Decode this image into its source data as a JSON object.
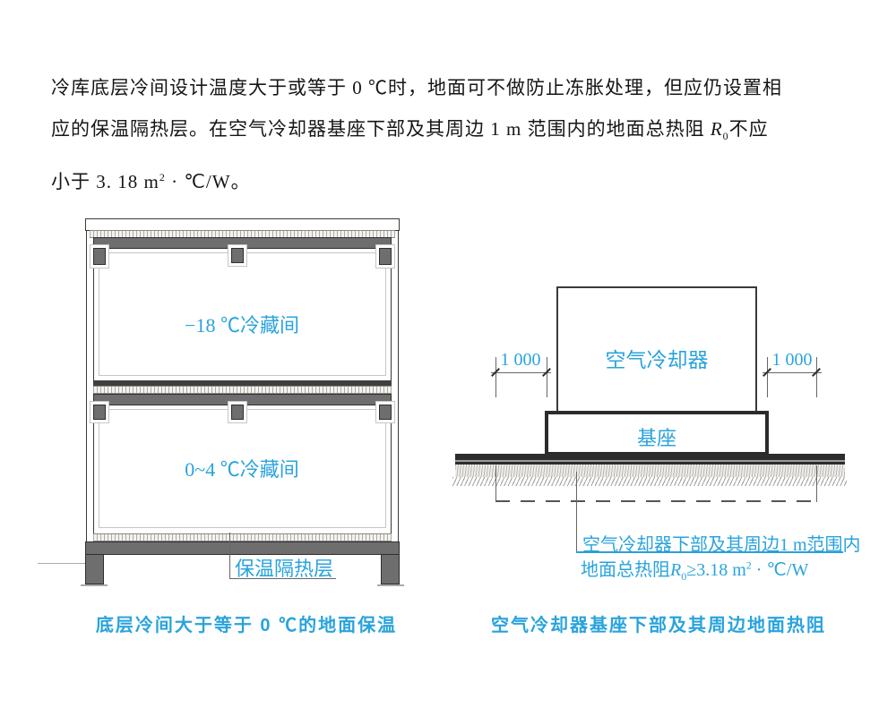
{
  "colors": {
    "accent_blue": "#29a3dd",
    "structure_gray": "#6e6e6e",
    "slab_dark": "#3f3f3f"
  },
  "paragraph": {
    "line1": "冷库底层冷间设计温度大于或等于 0 ℃时，地面可不做防止冻胀处理，但应仍设置相",
    "line2_pre": "应的保温隔热层。在空气冷却器基座下部及其周边 1 m 范围内的地面总热阻 ",
    "r_symbol": "R",
    "r_subscript": "0",
    "line2_post": "不应",
    "line3_pre": "小于 3. 18 m",
    "m_superscript": "2",
    "line3_post": " · ℃/W。"
  },
  "left_diagram": {
    "room_top_label": "−18 ℃冷藏间",
    "room_bottom_label": "0~4 ℃冷藏间",
    "floor_label": "保温隔热层",
    "caption": "底层冷间大于等于 0 ℃的地面保温"
  },
  "right_diagram": {
    "cooler_label": "空气冷却器",
    "base_label": "基座",
    "dim_left": "1 000",
    "dim_right": "1 000",
    "note_line1": "空气冷却器下部及其周边1 m范围内",
    "note_line2_pre": "地面总热阻",
    "note_r": "R",
    "note_r_sub": "0",
    "note_line2_mid": "≥3.18 m",
    "note_sup": "2",
    "note_line2_post": " · ℃/W",
    "caption": "空气冷却器基座下部及其周边地面热阻"
  }
}
